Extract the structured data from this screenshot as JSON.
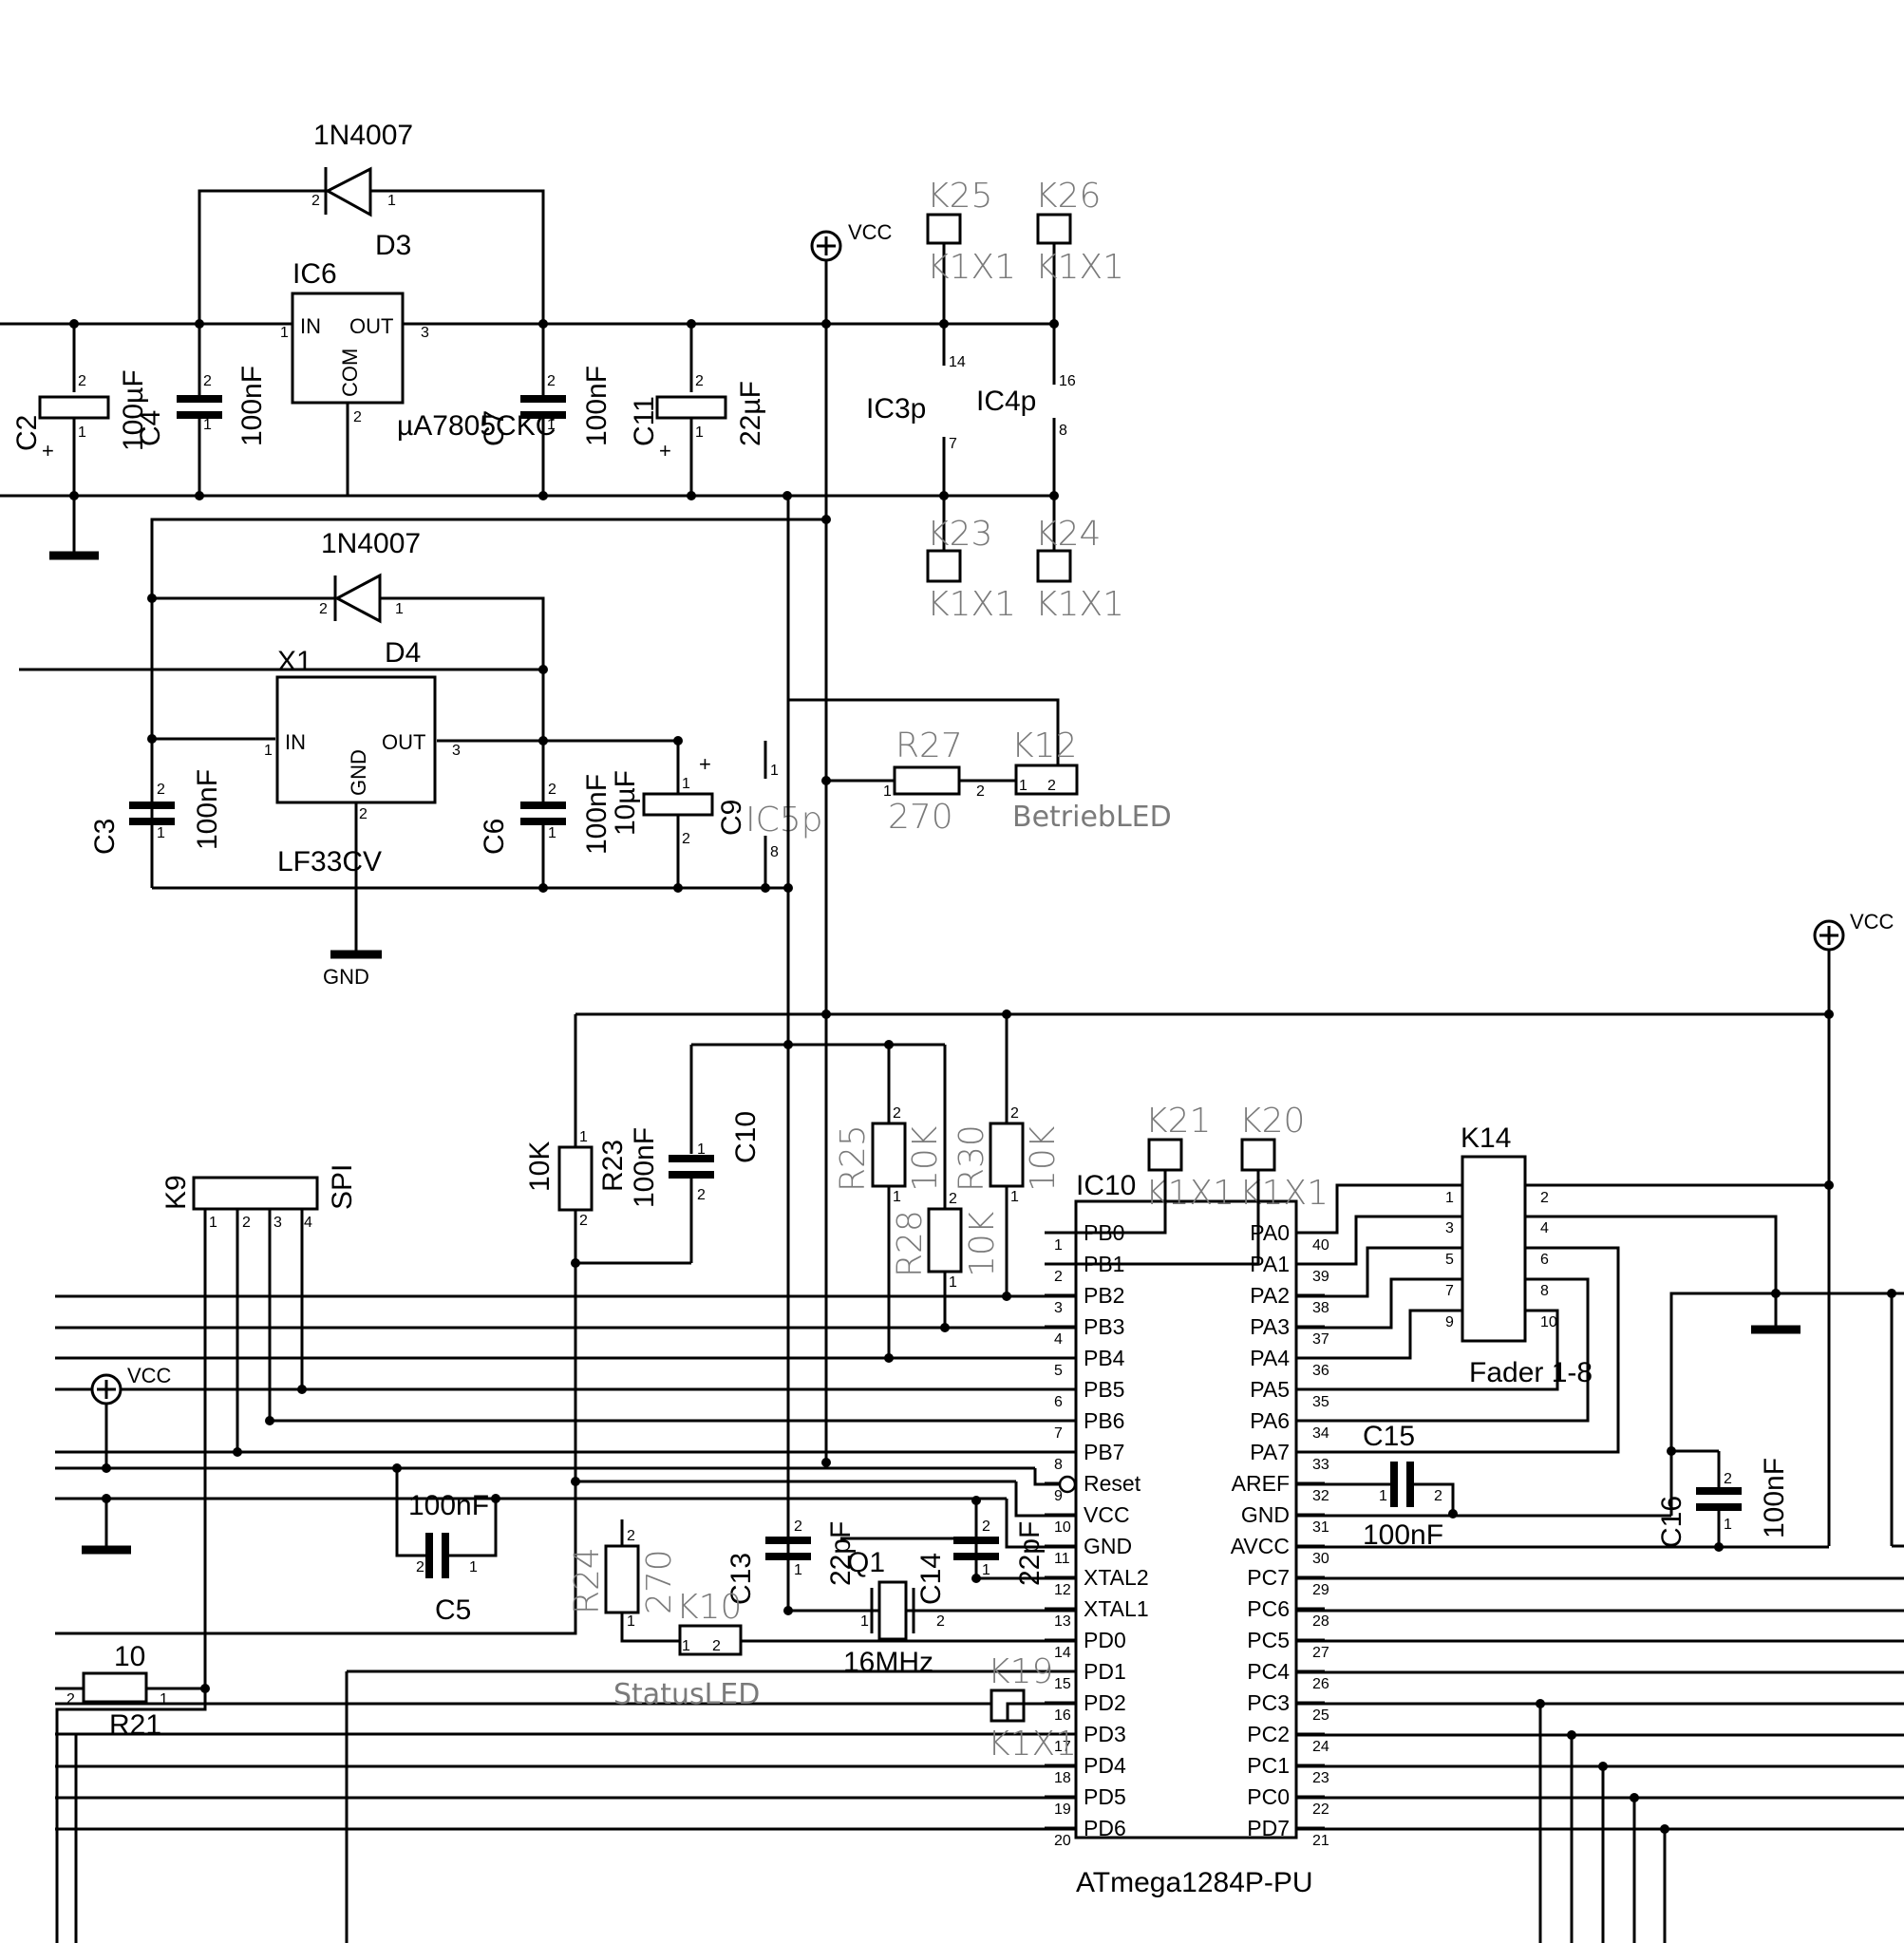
{
  "power": {
    "d3_type": "1N4007",
    "d3": "D3",
    "d4_type": "1N4007",
    "d4": "D4",
    "ic6": "IC6",
    "ic6_in": "IN",
    "ic6_out": "OUT",
    "ic6_com": "COM",
    "ic6_type": "µA7805CKC",
    "x1": "X1",
    "x1_in": "IN",
    "x1_out": "OUT",
    "x1_gnd": "GND",
    "x1_type": "LF33CV",
    "c2": "C2",
    "c2_val": "100µF",
    "c4": "C4",
    "c4_val": "100nF",
    "c7": "C7",
    "c7_val": "100nF",
    "c11": "C11",
    "c11_val": "22µF",
    "c3": "C3",
    "c3_val": "100nF",
    "c6": "C6",
    "c6_val": "100nF",
    "c9": "C9",
    "c9_val": "10µF",
    "gnd": "GND",
    "vcc": "VCC"
  },
  "connectors": {
    "k25": "K25",
    "k26": "K26",
    "k23": "K23",
    "k24": "K24",
    "k1x1": "K1X1",
    "ic3p": "IC3p",
    "ic4p": "IC4p",
    "ic5p": "IC5p",
    "r27": "R27",
    "r27_val": "270",
    "k12": "K12",
    "k12_val": "BetriebLED",
    "k21": "K21",
    "k20": "K20",
    "k19": "K19",
    "k14": "K14",
    "k14_val": "Fader 1-8",
    "k10": "K10",
    "k10_val": "StatusLED",
    "k9": "K9",
    "k9_val": "SPI"
  },
  "mcu": {
    "name": "IC10",
    "type": "ATmega1284P-PU",
    "left_pins": [
      "PB0",
      "PB1",
      "PB2",
      "PB3",
      "PB4",
      "PB5",
      "PB6",
      "PB7",
      "Reset",
      "VCC",
      "GND",
      "XTAL2",
      "XTAL1",
      "PD0",
      "PD1",
      "PD2",
      "PD3",
      "PD4",
      "PD5",
      "PD6"
    ],
    "right_pins": [
      "PA0",
      "PA1",
      "PA2",
      "PA3",
      "PA4",
      "PA5",
      "PA6",
      "PA7",
      "AREF",
      "GND",
      "AVCC",
      "PC7",
      "PC6",
      "PC5",
      "PC4",
      "PC3",
      "PC2",
      "PC1",
      "PC0",
      "PD7"
    ]
  },
  "passives": {
    "r23": "R23",
    "r23_val": "10K",
    "c10": "C10",
    "c10_val": "100nF",
    "r25": "R25",
    "r25_val": "10K",
    "r28": "R28",
    "r28_val": "10K",
    "r30": "R30",
    "r30_val": "10K",
    "c15": "C15",
    "c15_val": "100nF",
    "c16": "C16",
    "c16_val": "100nF",
    "c5": "C5",
    "c5_val": "100nF",
    "r24": "R24",
    "r24_val": "270",
    "c13": "C13",
    "c13_val": "22pF",
    "c14": "C14",
    "c14_val": "22pF",
    "q1": "Q1",
    "q1_val": "16MHz",
    "r21": "R21",
    "r21_val": "10"
  }
}
